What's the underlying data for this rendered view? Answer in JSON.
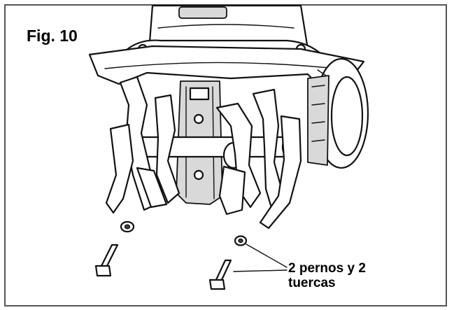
{
  "figure": {
    "label": "Fig. 10"
  },
  "callout": {
    "line1": "2 pernos y 2",
    "line2": "tuercas"
  }
}
